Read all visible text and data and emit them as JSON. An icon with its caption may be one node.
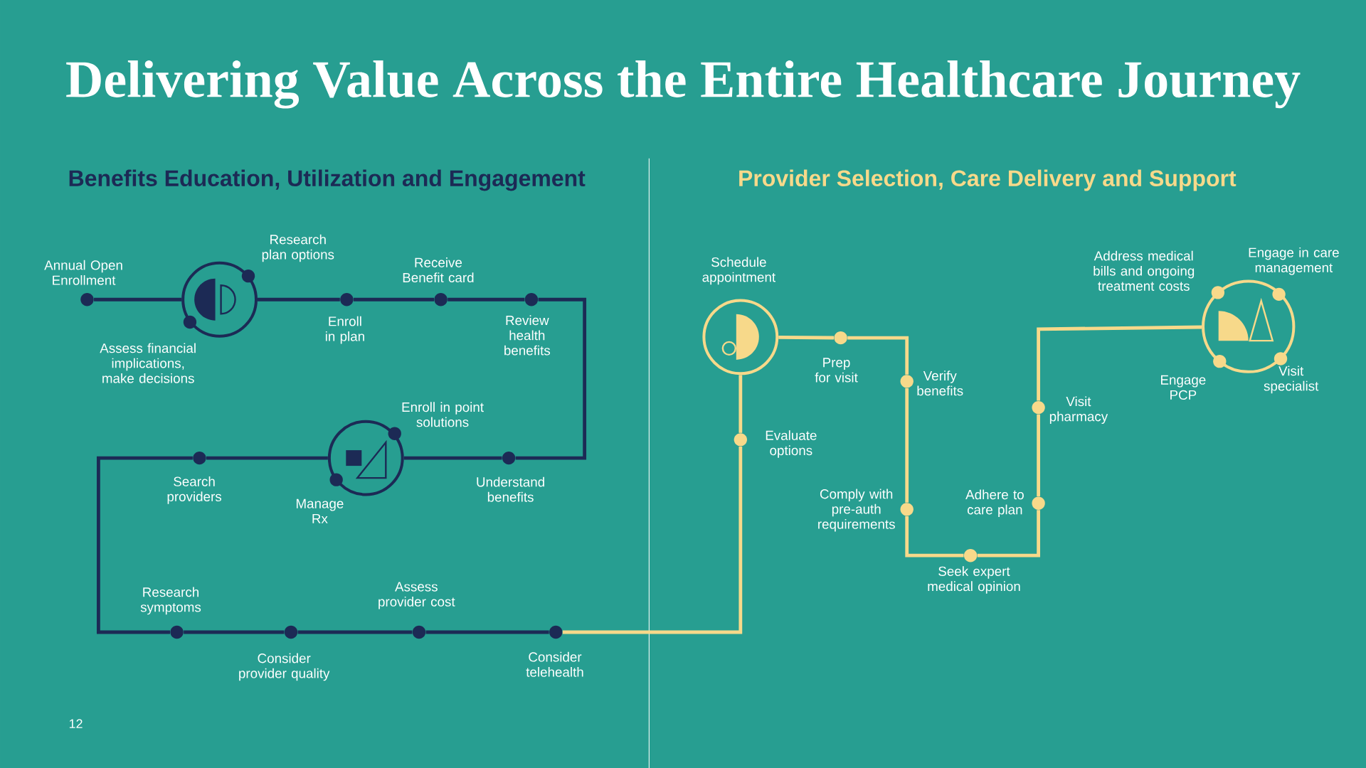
{
  "diagram": {
    "title": "Delivering Value Across the Entire Healthcare Journey",
    "nodes": [
      {
        "text": [],
        "shape": "circle",
        "beside": [
          "Annual Open Enrollment"
        ]
      },
      {
        "text": [],
        "shape": "circle",
        "beside": [
          "Research plan options",
          "Assess financial implications, make decisions"
        ]
      },
      {
        "text": [],
        "shape": "circle",
        "beside": [
          "Enroll in plan"
        ]
      },
      {
        "text": [],
        "shape": "circle",
        "beside": [
          "Receive Benefit card"
        ]
      },
      {
        "text": [],
        "shape": "circle",
        "beside": [
          "Review health benefits"
        ]
      },
      {
        "text": [],
        "shape": "circle",
        "beside": [
          "Understand benefits"
        ]
      },
      {
        "text": [],
        "shape": "circle",
        "beside": [
          "Enroll in point solutions",
          "Manage Rx"
        ]
      },
      {
        "text": [],
        "shape": "circle",
        "beside": [
          "Search providers"
        ]
      },
      {
        "text": [],
        "shape": "circle",
        "beside": [
          "Research symptoms"
        ]
      },
      {
        "text": [],
        "shape": "circle",
        "beside": [
          "Consider provider quality"
        ]
      },
      {
        "text": [],
        "shape": "circle",
        "beside": [
          "Assess provider cost"
        ]
      },
      {
        "text": [],
        "shape": "circle",
        "beside": [
          "Consider telehealth"
        ]
      },
      {
        "text": [],
        "shape": "circle",
        "beside": [
          "Schedule appointment"
        ]
      },
      {
        "text": [],
        "shape": "circle",
        "beside": [
          "Evaluate options"
        ]
      },
      {
        "text": [],
        "shape": "circle",
        "beside": [
          "Prep for visit"
        ]
      },
      {
        "text": [],
        "shape": "circle",
        "beside": [
          "Verify benefits"
        ]
      },
      {
        "text": [],
        "shape": "circle",
        "beside": [
          "Comply with pre-auth requirements"
        ]
      },
      {
        "text": [],
        "shape": "circle",
        "beside": [
          "Seek expert medical opinion"
        ]
      },
      {
        "text": [],
        "shape": "circle",
        "beside": [
          "Adhere to care plan"
        ]
      },
      {
        "text": [],
        "shape": "circle",
        "beside": [
          "Visit pharmacy"
        ]
      },
      {
        "text": [],
        "shape": "circle",
        "beside": [
          "Address medical bills and ongoing treatment costs",
          "Engage in care management",
          "Engage PCP",
          "Visit specialist"
        ]
      }
    ],
    "edges": [
      {
        "from": 0,
        "to": 1,
        "arrow": "none"
      },
      {
        "from": 1,
        "to": 2,
        "arrow": "none"
      },
      {
        "from": 2,
        "to": 3,
        "arrow": "none"
      },
      {
        "from": 3,
        "to": 4,
        "arrow": "none"
      },
      {
        "from": 4,
        "to": 5,
        "arrow": "none"
      },
      {
        "from": 5,
        "to": 6,
        "arrow": "none"
      },
      {
        "from": 6,
        "to": 7,
        "arrow": "none"
      },
      {
        "from": 7,
        "to": 8,
        "arrow": "none"
      },
      {
        "from": 8,
        "to": 9,
        "arrow": "none"
      },
      {
        "from": 9,
        "to": 10,
        "arrow": "none"
      },
      {
        "from": 10,
        "to": 11,
        "arrow": "none"
      },
      {
        "from": 11,
        "to": 13,
        "arrow": "none",
        "color": "#f7d98a"
      },
      {
        "from": 13,
        "to": 12,
        "arrow": "none",
        "color": "#f7d98a"
      },
      {
        "from": 12,
        "to": 14,
        "arrow": "none",
        "color": "#f7d98a"
      },
      {
        "from": 14,
        "to": 15,
        "arrow": "none",
        "color": "#f7d98a"
      },
      {
        "from": 15,
        "to": 16,
        "arrow": "none",
        "color": "#f7d98a"
      },
      {
        "from": 16,
        "to": 17,
        "arrow": "none",
        "color": "#f7d98a"
      },
      {
        "from": 17,
        "to": 18,
        "arrow": "none",
        "color": "#f7d98a"
      },
      {
        "from": 18,
        "to": 19,
        "arrow": "none",
        "color": "#f7d98a"
      },
      {
        "from": 19,
        "to": 20,
        "arrow": "none",
        "color": "#f7d98a"
      }
    ],
    "labels": [
      "Benefits Education, Utilization and Engagement",
      "Provider Selection, Care Delivery and Support",
      "12"
    ]
  }
}
